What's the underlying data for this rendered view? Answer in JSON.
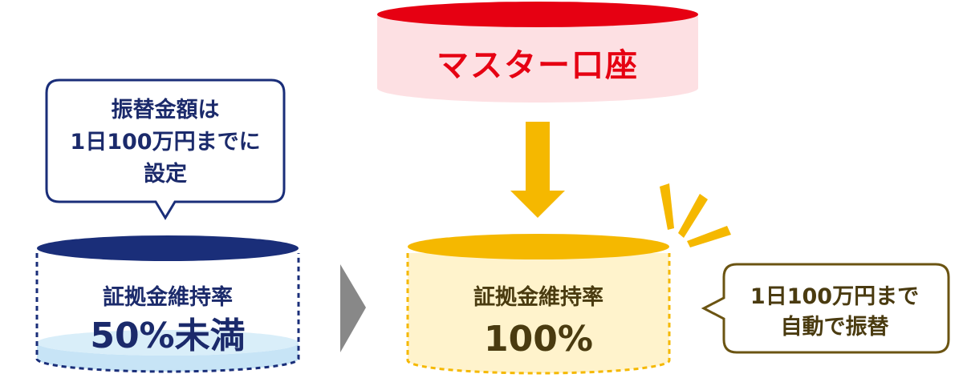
{
  "master_account": {
    "label": "マスター口座"
  },
  "bubble_left": {
    "lines": [
      "振替金額は",
      "1日100万円までに",
      "設定"
    ]
  },
  "cylinder_left": {
    "label": "証拠金維持率",
    "value": "50%未満",
    "fill_level": 0.3
  },
  "cylinder_right": {
    "label": "証拠金維持率",
    "value": "100%",
    "fill_level": 1.0
  },
  "bubble_right": {
    "lines": [
      "1日100万円まで",
      "自動で振替"
    ]
  },
  "colors": {
    "master_red": "#e60012",
    "master_fill": "#fde0e3",
    "navy": "#1a2e79",
    "navy_text": "#1b2a6b",
    "light_blue": "#c7e4f6",
    "gold": "#f5b800",
    "gold_fill": "#fff3cc",
    "brown_text": "#4a3b10",
    "brown_border": "#6b5412",
    "gray_arrow": "#888888"
  }
}
